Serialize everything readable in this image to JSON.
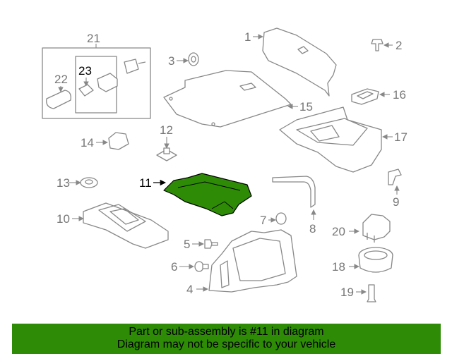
{
  "callouts": {
    "c1": "1",
    "c2": "2",
    "c3": "3",
    "c4": "4",
    "c5": "5",
    "c6": "6",
    "c7": "7",
    "c8": "8",
    "c9": "9",
    "c10": "10",
    "c11": "11",
    "c12": "12",
    "c13": "13",
    "c14": "14",
    "c15": "15",
    "c16": "16",
    "c17": "17",
    "c18": "18",
    "c19": "19",
    "c20": "20",
    "c21": "21",
    "c22": "22",
    "c23": "23"
  },
  "highlight_color": "#2e8b06",
  "footer": {
    "line1": "Part or sub-assembly is #11 in diagram",
    "line2": "Diagram may not be specific to your vehicle"
  }
}
